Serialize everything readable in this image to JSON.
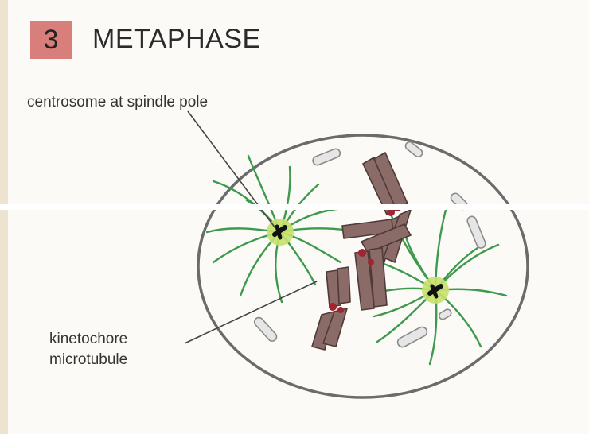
{
  "figure": {
    "step_number": "3",
    "title": "METAPHASE"
  },
  "labels": {
    "centrosome": "centrosome at spindle pole",
    "kinetochore_line1": "kinetochore",
    "kinetochore_line2": "microtubule"
  },
  "colors": {
    "badge": "#d87e7b",
    "cell_outline": "#6b6b6b",
    "microtubule": "#3d9a4d",
    "centrosome_glow": "#c6e06b",
    "centrosome_core": "#111111",
    "chromosome": "#8a6b68",
    "chromosome_outline": "#4f3a38",
    "kinetochore": "#a3232e",
    "organelle": "#e6e6e6"
  }
}
